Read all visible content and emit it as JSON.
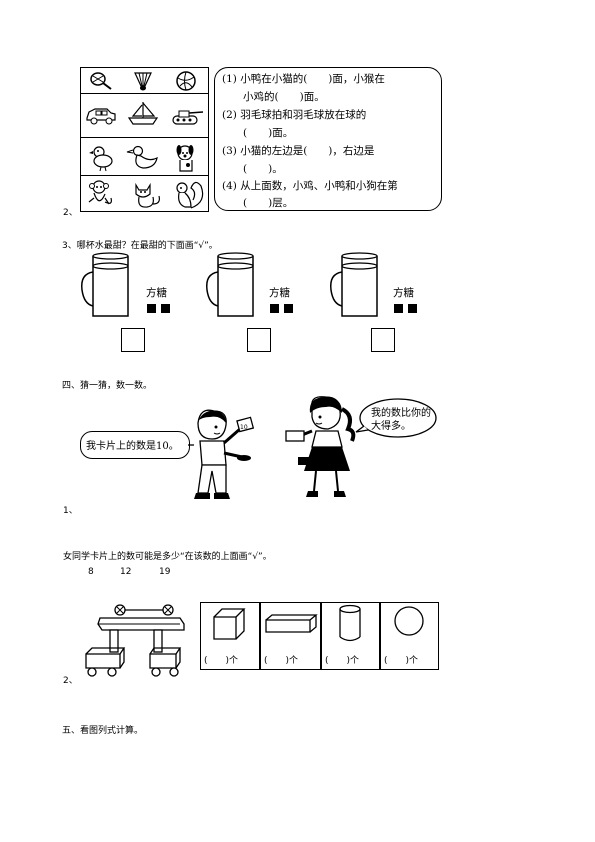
{
  "q2_top": {
    "number": "2、",
    "statements": [
      "(1) 小鸭在小猫的(　　)面，小猴在",
      "　　小鸡的(　　)面。",
      "(2) 羽毛球拍和羽毛球放在球的",
      "　　(　　)面。",
      "(3) 小猫的左边是(　　)，右边是",
      "　　(　　)。",
      "(4) 从上面数，小鸡、小鸭和小狗在第",
      "　　(　　)层。"
    ]
  },
  "q3": {
    "prompt": "3、哪杯水最甜？在最甜的下面画“√”。",
    "sugar_label": "方糖"
  },
  "section4": {
    "title": "四、猜一猜，数一数。",
    "q1_number": "1、",
    "boy_speech": "我卡片上的数是10。",
    "girl_speech": "我的数比你的大得多。",
    "question": "女同学卡片上的数可能是多少“在该数的上面画“√”。",
    "options": [
      "8",
      "12",
      "19"
    ]
  },
  "q2_bottom": {
    "number": "2、",
    "count_labels": [
      "(　　)个",
      "(　　)个",
      "(　　)个",
      "(　　)个"
    ]
  },
  "section5": {
    "title": "五、看图列式计算。"
  }
}
